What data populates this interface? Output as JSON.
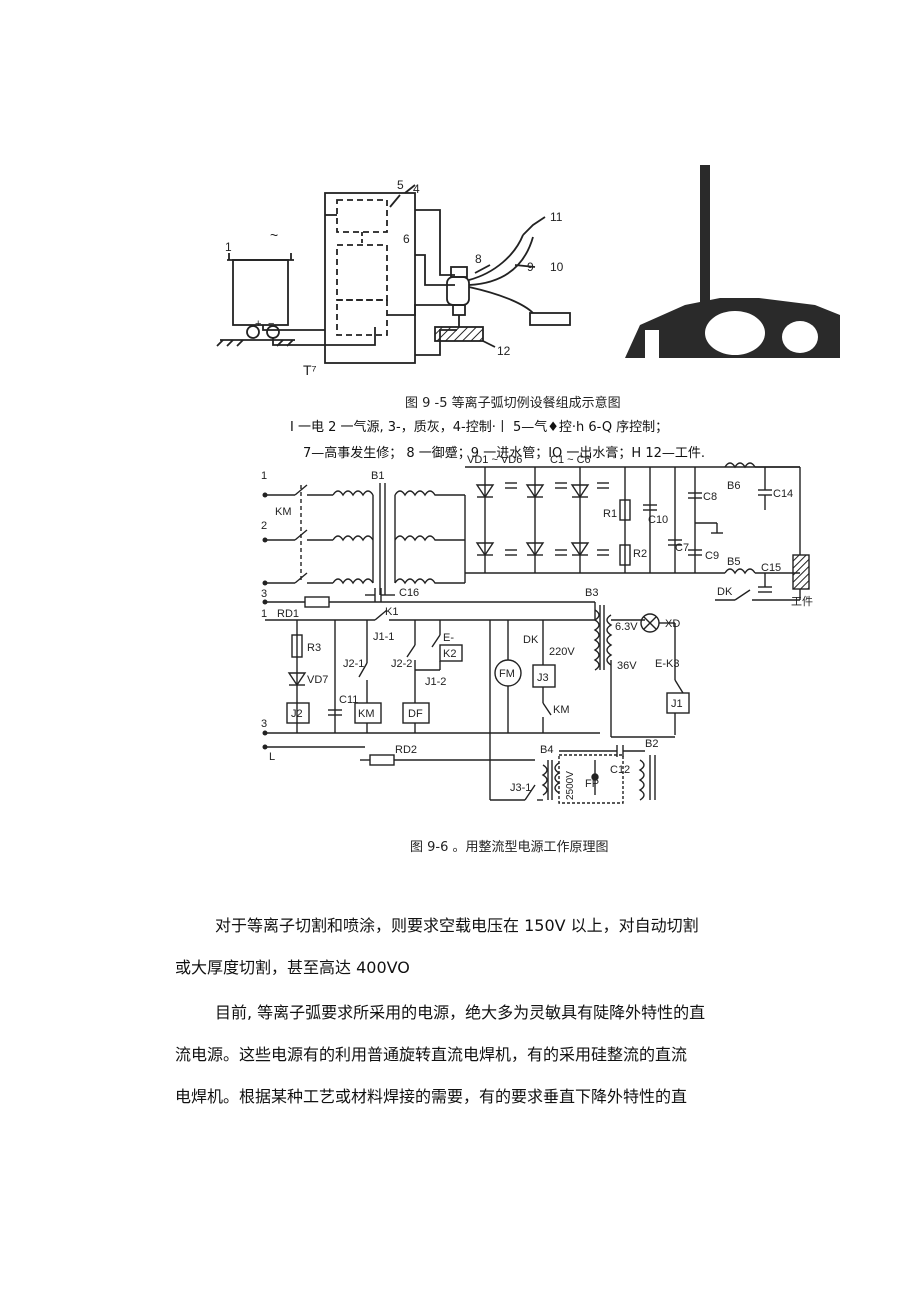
{
  "figure1": {
    "labels": {
      "n1": "1",
      "n4": "4",
      "n5": "5",
      "n6": "6",
      "n8": "8",
      "n9": "9",
      "n10": "10",
      "n11": "11",
      "n12": "12",
      "t7": "T⁷",
      "tilde": "~",
      "plus": "+",
      "minus": "−"
    },
    "caption": "图 9 -5 等离子弧切例设餐组成示意图",
    "legend_line1": "I 一电 2 一气源, 3-，质灰，4-控制·丨  5—气♦控·h 6-Q 序控制；",
    "legend_line2": "7—高事发生修；  8 一御蹙；9 一进水管；IO 一出水膏；H   12—工件."
  },
  "figure2": {
    "labels": {
      "in1": "1",
      "in2": "2",
      "in3": "3",
      "km": "KM",
      "b1": "B1",
      "c16": "C16",
      "rd1": "RD1",
      "k1": "K1",
      "in1b": "1",
      "vd_range": "VD1 ~ VD6",
      "c_range": "C1 ~ C6",
      "r1": "R1",
      "c10": "C10",
      "r2": "R2",
      "c7": "C7",
      "c8": "C8",
      "c9": "C9",
      "b6": "B6",
      "c14": "C14",
      "b5": "B5",
      "c15": "C15",
      "dk": "DK",
      "workpiece": "工件",
      "b3": "B3",
      "v63": "6.3V",
      "xd": "XD",
      "v36": "36V",
      "k3": "E-K3",
      "j1": "J1",
      "r3": "R3",
      "vd7": "VD7",
      "c11": "C11",
      "j2": "J2",
      "km2": "KM",
      "df": "DF",
      "j11": "J1-1",
      "k2": "K2",
      "e": "E-",
      "j21": "J2-1",
      "j22": "J2-2",
      "j12": "J1-2",
      "fm": "FM",
      "dk2": "DK",
      "v220": "220V",
      "j3": "J3",
      "km3": "KM",
      "in3b": "3",
      "l": "L",
      "rd2": "RD2",
      "b4": "B4",
      "b2": "B2",
      "c12": "C12",
      "fp": "FP",
      "v2500": "2500V",
      "j31": "J3-1"
    },
    "caption": "图 9-6 。用整流型电源工作原理图"
  },
  "body": {
    "p1_line1": "对于等离子切割和喷涂，则要求空载电压在 150V 以上，对自动切割",
    "p1_line2": "或大厚度切割，甚至高达 400VO",
    "p2_line1": "目前, 等离子弧要求所采用的电源，绝大多为灵敏具有陡降外特性的直",
    "p2_line2": "流电源。这些电源有的利用普通旋转直流电焊机，有的采用硅整流的直流",
    "p2_line3": "电焊机。根据某种工艺或材料焊接的需要，有的要求垂直下降外特性的直"
  }
}
